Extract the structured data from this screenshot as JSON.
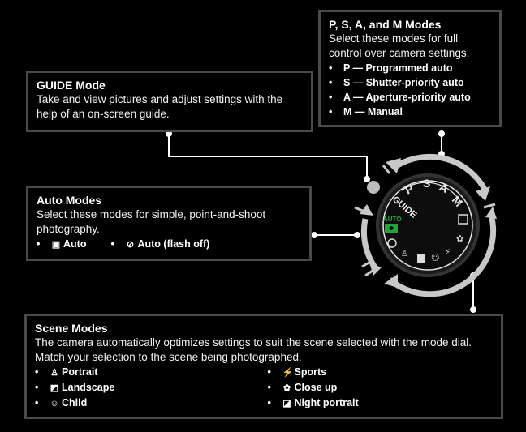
{
  "psam": {
    "title": "P, S, A, and M Modes",
    "description": "Select these modes for full control over camera settings.",
    "items": [
      {
        "key": "P",
        "label": "Programmed auto",
        "text": "P — Programmed auto"
      },
      {
        "key": "S",
        "label": "Shutter-priority auto",
        "text": "S — Shutter-priority auto"
      },
      {
        "key": "A",
        "label": "Aperture-priority auto",
        "text": "A — Aperture-priority auto"
      },
      {
        "key": "M",
        "label": "Manual",
        "text": "M — Manual"
      }
    ]
  },
  "guide": {
    "title": "GUIDE Mode",
    "description": "Take and view pictures and adjust settings with the help of an on-screen guide."
  },
  "auto": {
    "title": "Auto Modes",
    "description": "Select these modes for simple, point-and-shoot photography.",
    "items": [
      {
        "icon": "auto-camera-icon",
        "glyph": "▣",
        "label": "Auto"
      },
      {
        "icon": "flash-off-icon",
        "glyph": "⊘",
        "label": "Auto (flash off)"
      }
    ]
  },
  "scene": {
    "title": "Scene Modes",
    "description": "The camera automatically optimizes settings to suit the scene selected with the mode dial. Match your selection to the scene being photographed.",
    "left": [
      {
        "icon": "portrait-icon",
        "glyph": "♙",
        "label": "Portrait"
      },
      {
        "icon": "landscape-icon",
        "glyph": "◩",
        "label": "Landscape"
      },
      {
        "icon": "child-icon",
        "glyph": "☺",
        "label": "Child"
      }
    ],
    "right": [
      {
        "icon": "sports-icon",
        "glyph": "⚡",
        "label": "Sports"
      },
      {
        "icon": "close-up-icon",
        "glyph": "✿",
        "label": "Close up"
      },
      {
        "icon": "night-portrait-icon",
        "glyph": "◪",
        "label": "Night portrait"
      }
    ]
  },
  "dial": {
    "letters": [
      "P",
      "S",
      "A",
      "M"
    ],
    "guide_label": "GUIDE",
    "auto_label": "AUTO",
    "auto_color": "#1fa83a",
    "ring_color": "#c8c8c8"
  },
  "bullet": "•"
}
